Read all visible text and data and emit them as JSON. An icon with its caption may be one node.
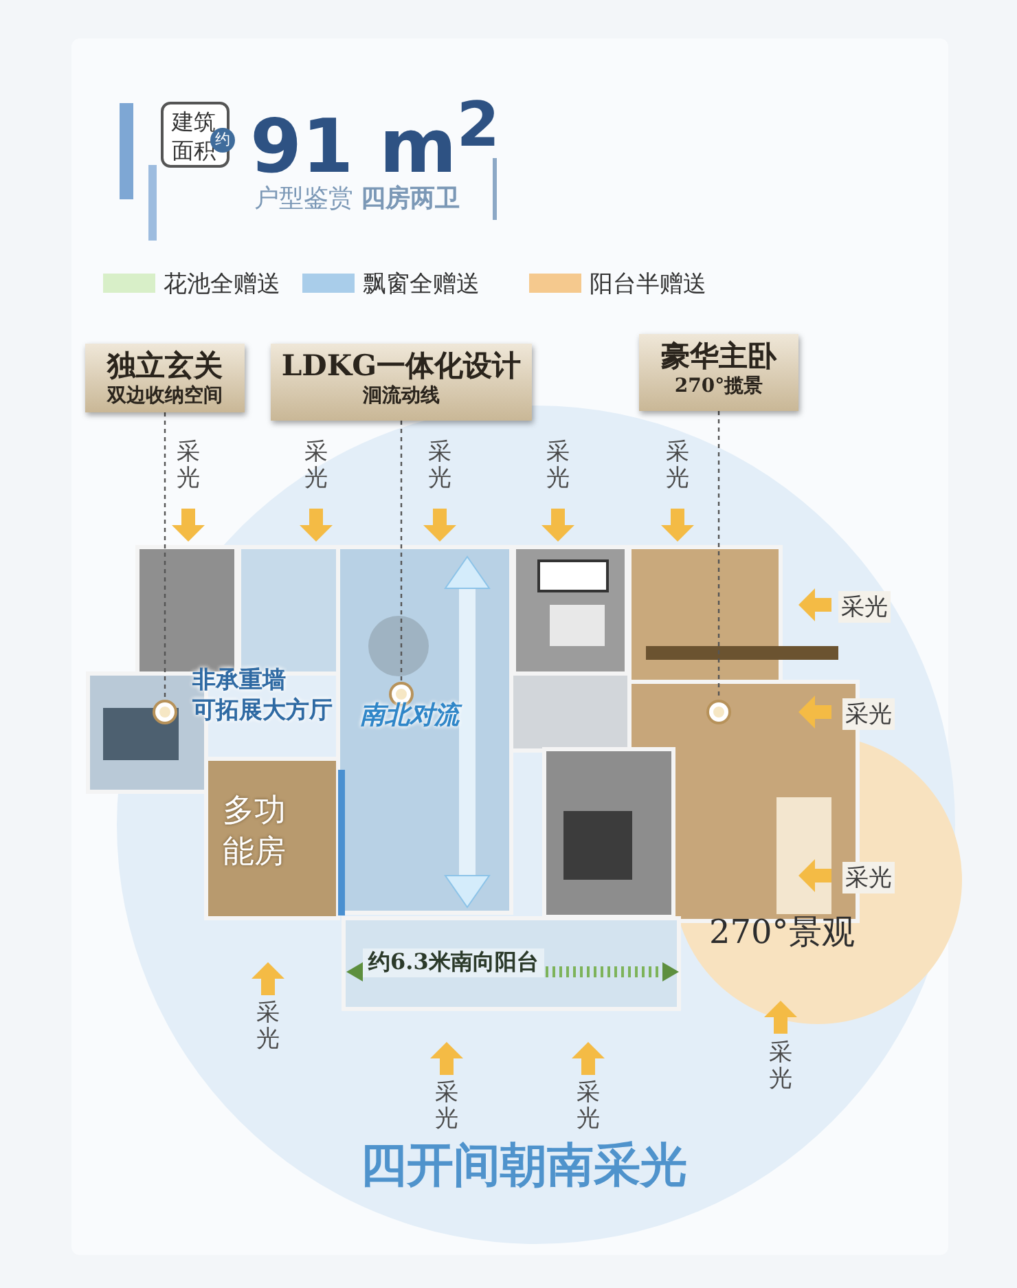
{
  "diagram": {
    "title": "91 m$^{2}$",
    "nodes": [
      {
        "text": [
          "独立玄关",
          "双边收纳空间"
        ]
      },
      {
        "text": [
          "LDKG一体化设计",
          "洄流动线"
        ]
      },
      {
        "text": [
          "豪华主卧",
          "270°揽景"
        ]
      },
      {
        "text": [],
        "shape": "circle"
      },
      {
        "text": [],
        "shape": "circle"
      },
      {
        "text": [],
        "shape": "circle"
      }
    ],
    "edges": [
      {
        "from": 0,
        "to": 3,
        "arrow": "none",
        "style": "dashed"
      },
      {
        "from": 1,
        "to": 4,
        "arrow": "none",
        "style": "dashed"
      },
      {
        "from": 2,
        "to": 5,
        "arrow": "none",
        "style": "dashed"
      }
    ],
    "labels": [
      "建筑面积",
      "约",
      "户型鉴赏 **四房两卫**",
      "采光",
      "采光",
      "采光",
      "采光",
      "采光",
      "采光",
      "非承重墙可拓展大方厅",
      "南北对流",
      "采光",
      "多功能房",
      "采光",
      "约6.3米南向阳台",
      "270°景观",
      "采光",
      "采光",
      "采光",
      "采光",
      "四开间朝南采光"
    ],
    "legend": [
      {
        "text": "花池全赠送",
        "color": "#d8efc8"
      },
      {
        "text": "飘窗全赠送",
        "color": "#a9cdea"
      },
      {
        "text": "阳台半赠送",
        "color": "#f5c98e"
      }
    ]
  }
}
